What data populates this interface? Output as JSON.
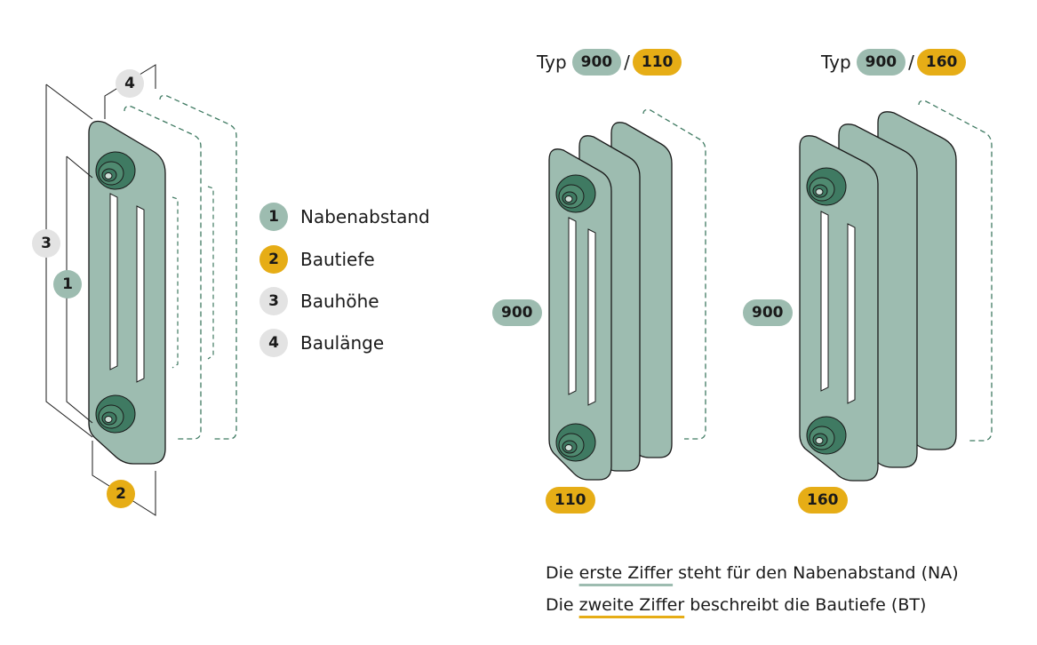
{
  "colors": {
    "green": "#9dbcb0",
    "dark_green": "#3f7a62",
    "yellow": "#e6ad16",
    "grey": "#e3e3e3",
    "line": "#1a1a1a",
    "dashed": "#3f7a62"
  },
  "left_figure": {
    "badges": [
      {
        "id": "na",
        "number": "1"
      },
      {
        "id": "bt",
        "number": "2"
      },
      {
        "id": "bh",
        "number": "3"
      },
      {
        "id": "bl",
        "number": "4"
      }
    ]
  },
  "legend": [
    {
      "number": "1",
      "label": "Nabenabstand",
      "color": "green"
    },
    {
      "number": "2",
      "label": "Bautiefe",
      "color": "yellow"
    },
    {
      "number": "3",
      "label": "Bauhöhe",
      "color": "grey"
    },
    {
      "number": "4",
      "label": "Baulänge",
      "color": "grey"
    }
  ],
  "types": [
    {
      "word": "Typ",
      "na": "900",
      "slash": "/",
      "bt": "110",
      "side_label": "900",
      "bottom_label": "110"
    },
    {
      "word": "Typ",
      "na": "900",
      "slash": "/",
      "bt": "160",
      "side_label": "900",
      "bottom_label": "160"
    }
  ],
  "notes": {
    "line1": {
      "prefix": "Die ",
      "highlight": "erste Ziffer",
      "suffix": " steht für den Nabenabstand (NA)"
    },
    "line2": {
      "prefix": "Die ",
      "highlight": "zweite Ziffer",
      "suffix": " beschreibt die Bautiefe (BT)"
    }
  }
}
